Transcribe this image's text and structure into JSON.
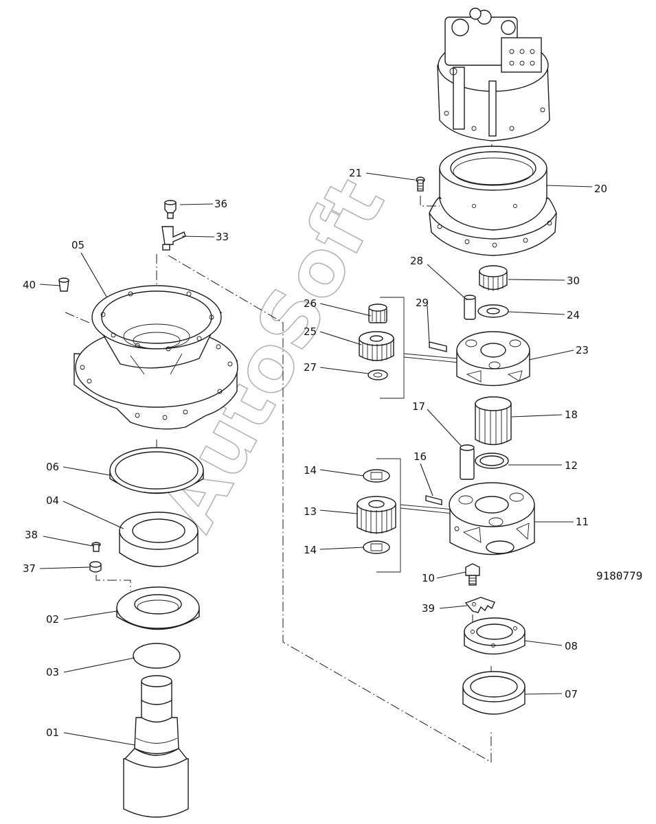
{
  "drawing_number": "9180779",
  "watermark": "AutoSoft",
  "callouts": {
    "p01": "01",
    "p02": "02",
    "p03": "03",
    "p04": "04",
    "p05": "05",
    "p06": "06",
    "p07": "07",
    "p08": "08",
    "p10": "10",
    "p11": "11",
    "p12": "12",
    "p13": "13",
    "p14a": "14",
    "p14b": "14",
    "p16": "16",
    "p17": "17",
    "p18": "18",
    "p20": "20",
    "p21": "21",
    "p23": "23",
    "p24": "24",
    "p25": "25",
    "p26": "26",
    "p27": "27",
    "p28": "28",
    "p29": "29",
    "p30": "30",
    "p33": "33",
    "p36": "36",
    "p37": "37",
    "p38": "38",
    "p39": "39",
    "p40": "40"
  }
}
